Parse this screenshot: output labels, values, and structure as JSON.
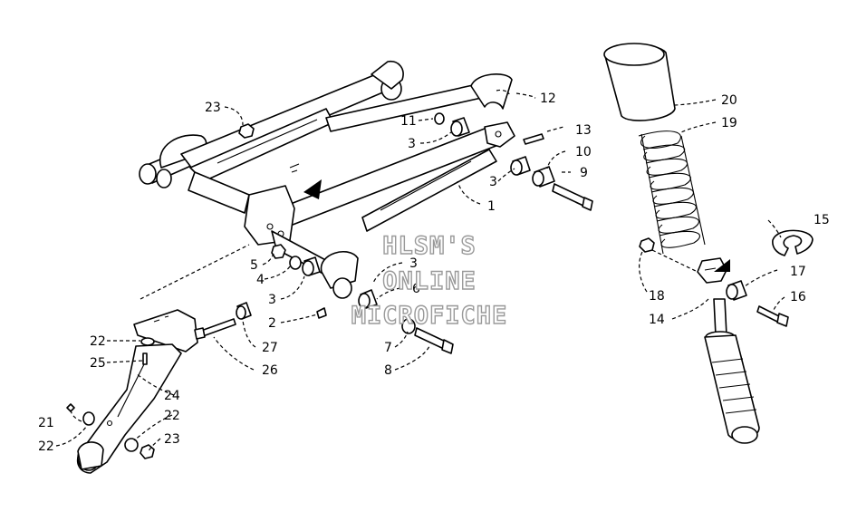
{
  "diagram": {
    "callouts": [
      {
        "id": "c1",
        "label": "1"
      },
      {
        "id": "c2",
        "label": "2"
      },
      {
        "id": "c3a",
        "label": "3"
      },
      {
        "id": "c3b",
        "label": "3"
      },
      {
        "id": "c3c",
        "label": "3"
      },
      {
        "id": "c3d",
        "label": "3"
      },
      {
        "id": "c4",
        "label": "4"
      },
      {
        "id": "c5",
        "label": "5"
      },
      {
        "id": "c6",
        "label": "6"
      },
      {
        "id": "c7",
        "label": "7"
      },
      {
        "id": "c8",
        "label": "8"
      },
      {
        "id": "c9",
        "label": "9"
      },
      {
        "id": "c10",
        "label": "10"
      },
      {
        "id": "c11",
        "label": "11"
      },
      {
        "id": "c12",
        "label": "12"
      },
      {
        "id": "c13",
        "label": "13"
      },
      {
        "id": "c14",
        "label": "14"
      },
      {
        "id": "c15",
        "label": "15"
      },
      {
        "id": "c16",
        "label": "16"
      },
      {
        "id": "c17",
        "label": "17"
      },
      {
        "id": "c18",
        "label": "18"
      },
      {
        "id": "c19",
        "label": "19"
      },
      {
        "id": "c20",
        "label": "20"
      },
      {
        "id": "c21",
        "label": "21"
      },
      {
        "id": "c22a",
        "label": "22"
      },
      {
        "id": "c22b",
        "label": "22"
      },
      {
        "id": "c22c",
        "label": "22"
      },
      {
        "id": "c23a",
        "label": "23"
      },
      {
        "id": "c23b",
        "label": "23"
      },
      {
        "id": "c24",
        "label": "24"
      },
      {
        "id": "c25",
        "label": "25"
      },
      {
        "id": "c26",
        "label": "26"
      },
      {
        "id": "c27",
        "label": "27"
      }
    ]
  },
  "watermark": {
    "line1": "HLSM'S",
    "line2": "ONLINE",
    "line3": "MICROFICHE"
  }
}
